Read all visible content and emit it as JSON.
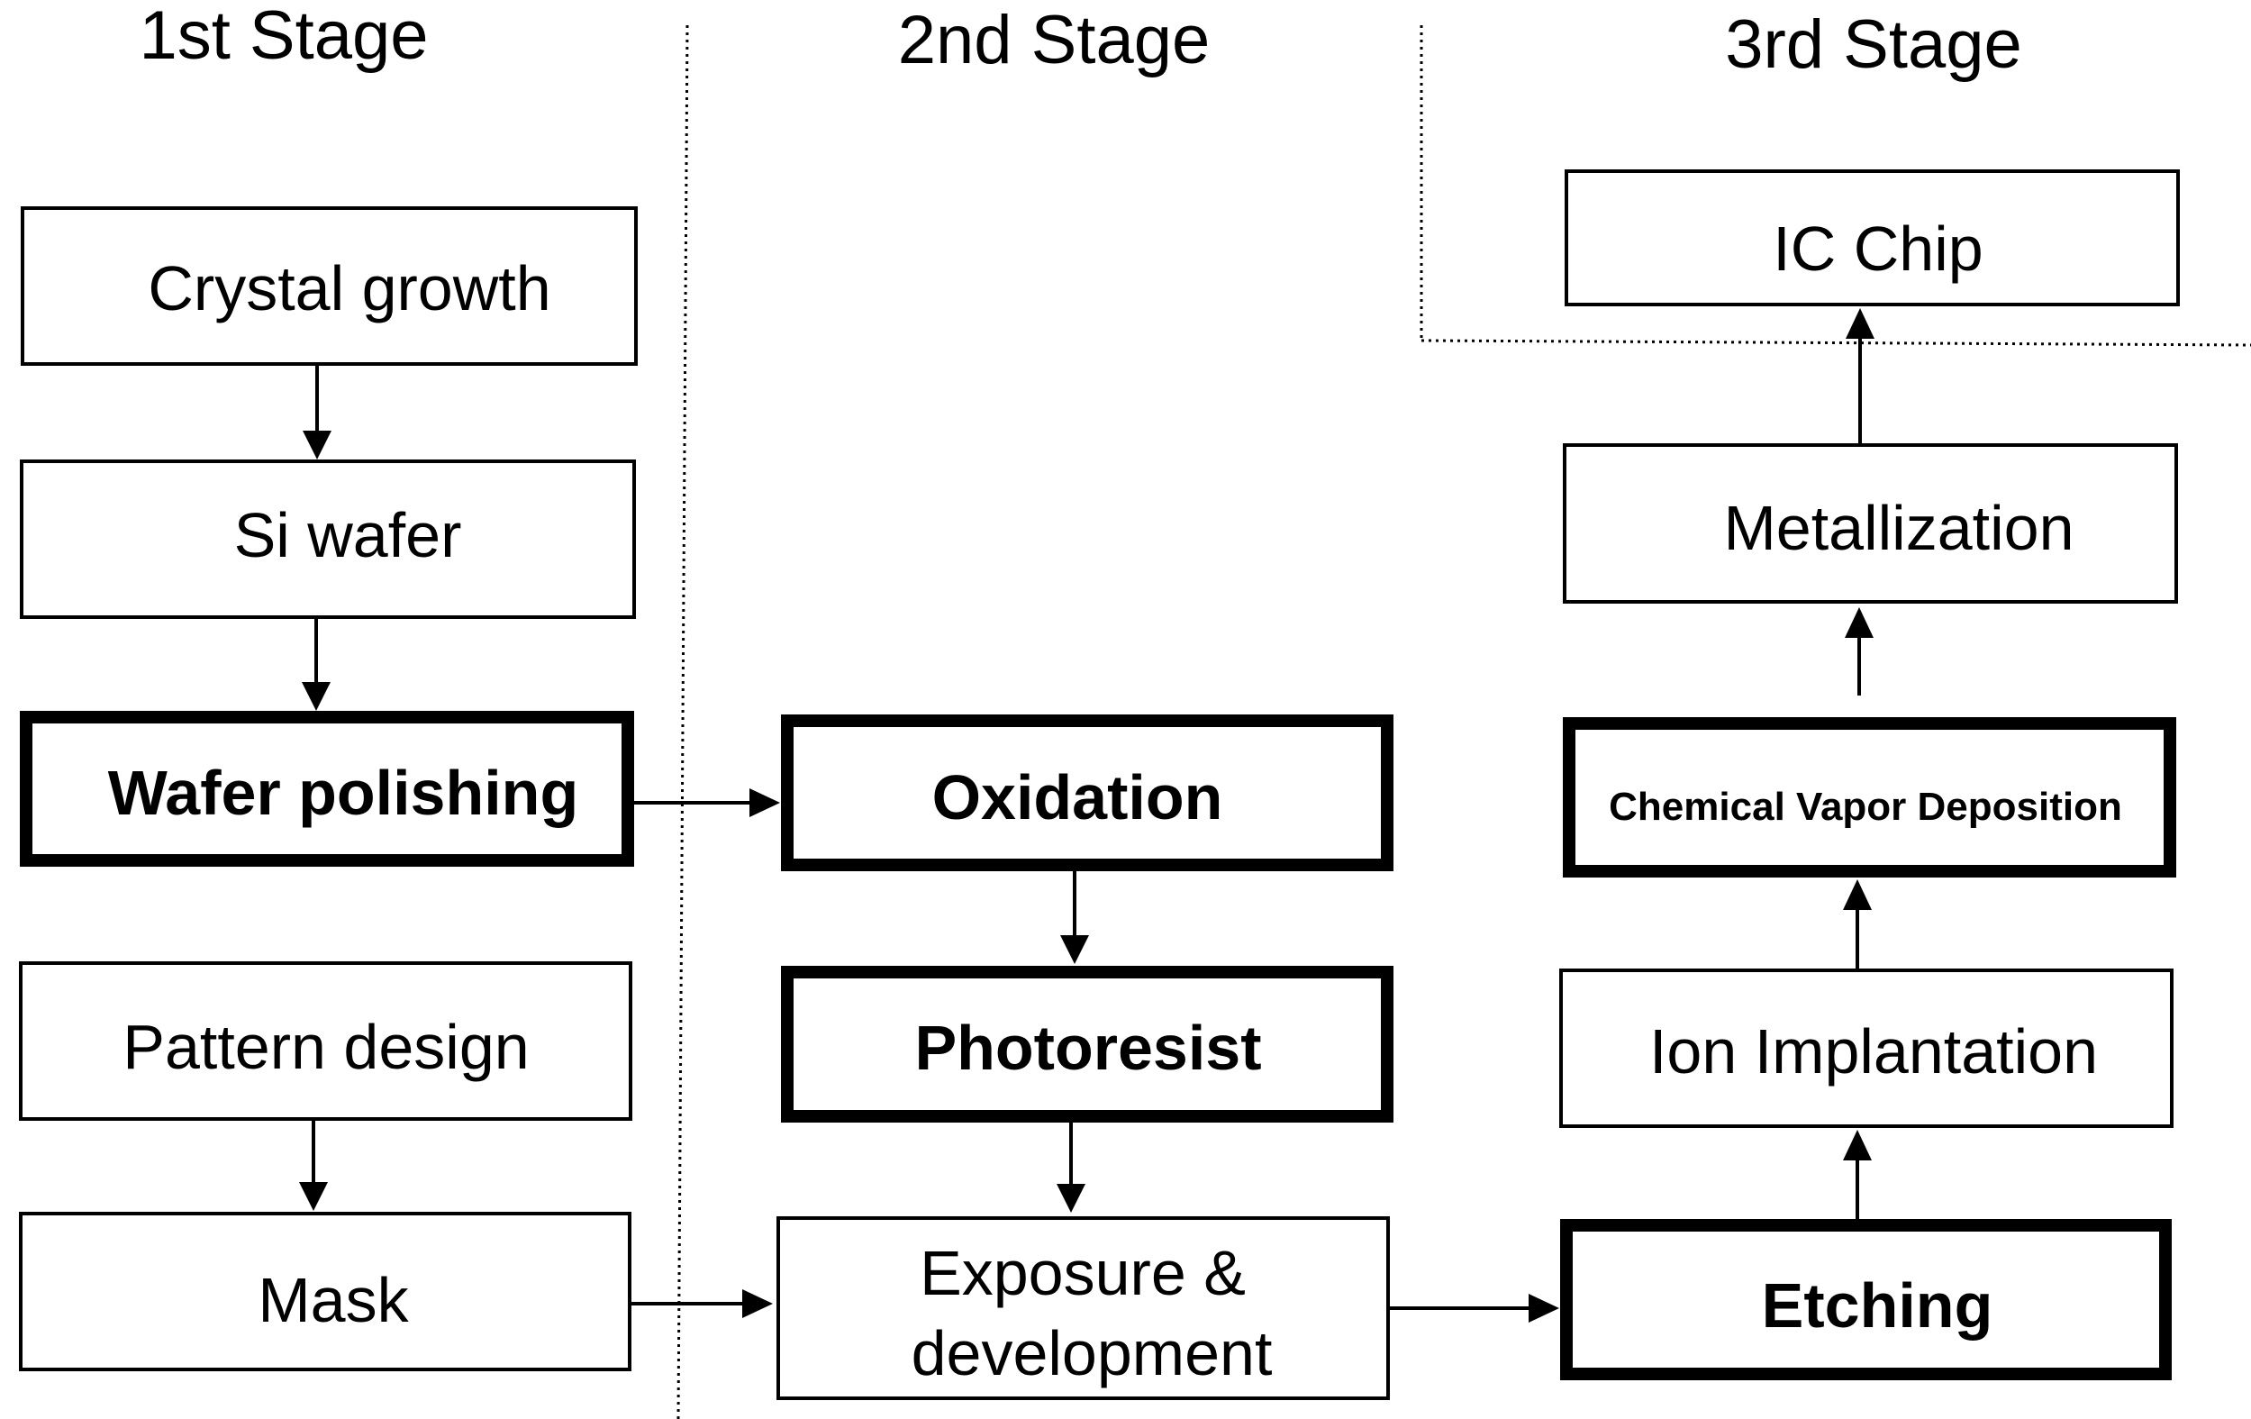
{
  "stages": {
    "first": "1st Stage",
    "second": "2nd Stage",
    "third": "3rd Stage"
  },
  "nodes": {
    "crystal_growth": "Crystal growth",
    "si_wafer": "Si wafer",
    "wafer_polishing": "Wafer polishing",
    "pattern_design": "Pattern design",
    "mask": "Mask",
    "oxidation": "Oxidation",
    "photoresist": "Photoresist",
    "exposure_line1": "Exposure  &",
    "exposure_line2": "development",
    "etching": "Etching",
    "ion_implantation": "Ion Implantation",
    "cvd": "Chemical Vapor Deposition",
    "metallization": "Metallization",
    "ic_chip": "IC Chip"
  }
}
